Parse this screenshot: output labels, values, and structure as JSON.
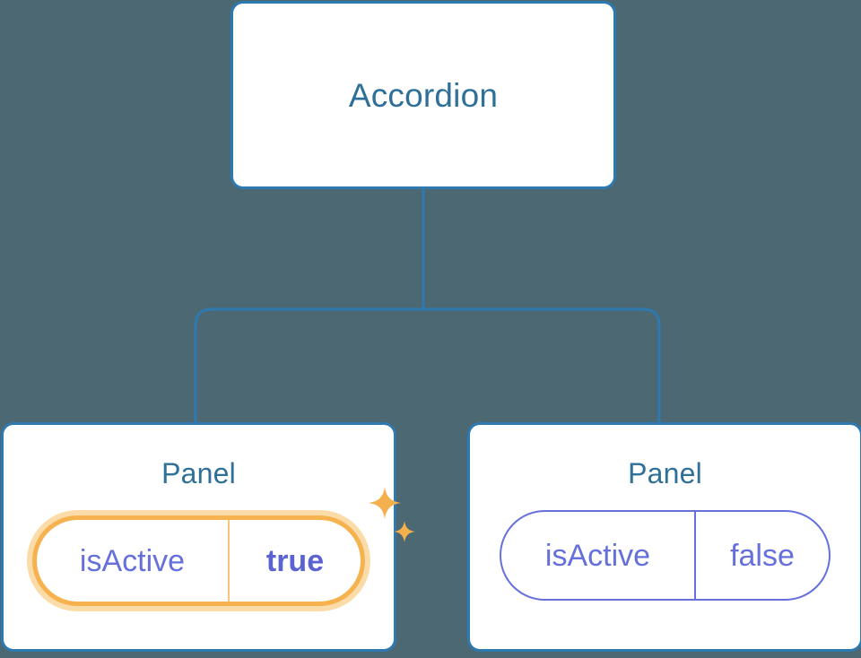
{
  "diagram": {
    "type": "component-tree",
    "background_color": "#4c6872",
    "node_border_color": "#2e7ab0",
    "node_title_color": "#2e7098",
    "connector_color": "#2e7ab0",
    "prop_color": "#6670db",
    "highlight_color": "#f5b24e",
    "highlight_glow_color": "#fbdca8",
    "highlight_value_color": "#5b63d3",
    "root": {
      "title": "Accordion"
    },
    "children": [
      {
        "title": "Panel",
        "highlighted": true,
        "prop": {
          "key": "isActive",
          "value": "true"
        },
        "sparkles": [
          "sparkle-large-icon",
          "sparkle-small-icon"
        ]
      },
      {
        "title": "Panel",
        "highlighted": false,
        "prop": {
          "key": "isActive",
          "value": "false"
        }
      }
    ]
  }
}
